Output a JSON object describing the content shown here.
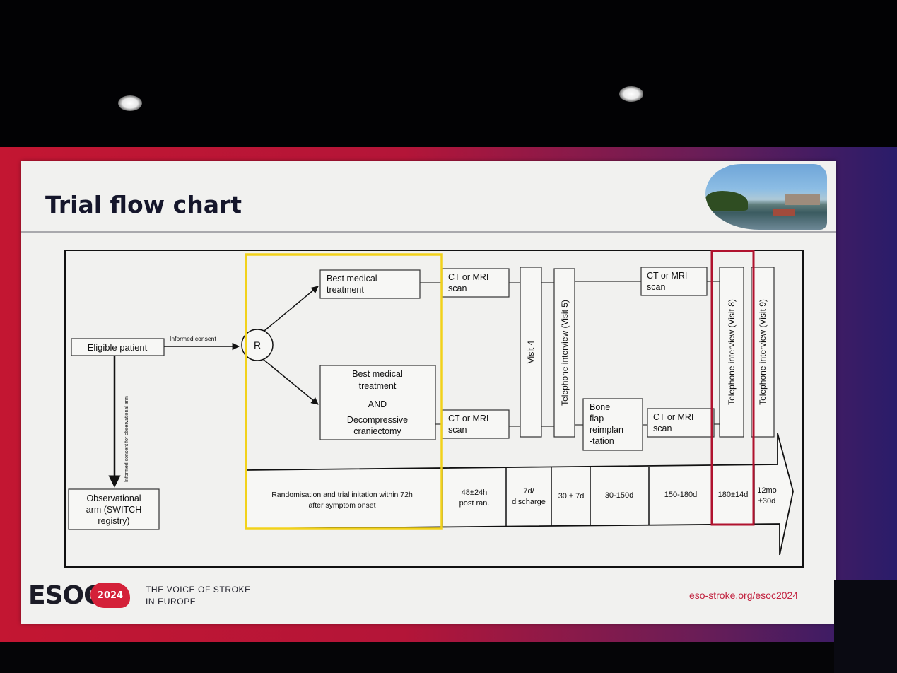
{
  "slide": {
    "title": "Trial flow chart",
    "footer": {
      "brand": "ESOC",
      "badge": "2024",
      "tagline_line1": "THE VOICE OF STROKE",
      "tagline_line2": "IN EUROPE",
      "website": "eso-stroke.org/esoc2024"
    }
  },
  "flow": {
    "eligible_patient": "Eligible patient",
    "informed_consent": "Informed consent",
    "informed_consent_observational": "Informed consent for observational arm",
    "observational_arm": [
      "Observational",
      "arm (SWITCH",
      "registry)"
    ],
    "randomisation_node": "R",
    "arm_medical": [
      "Best medical",
      "treatment"
    ],
    "arm_surgical": [
      "Best medical",
      "treatment",
      "AND",
      "Decompressive",
      "craniectomy"
    ],
    "ct_mri": [
      "CT or MRI",
      "scan"
    ],
    "visit4": "Visit 4",
    "visit5": "Telephone interview (Visit 5)",
    "bone_flap": [
      "Bone",
      "flap",
      "reimplan",
      "-tation"
    ],
    "visit8": "Telephone interview (Visit 8)",
    "visit9": "Telephone interview (Visit 9)"
  },
  "timeline": {
    "randomisation": [
      "Randomisation and trial initation within 72h",
      "after symptom onset"
    ],
    "t1": [
      "48±24h",
      "post ran."
    ],
    "t2": [
      "7d/",
      "discharge"
    ],
    "t3": "30 ± 7d",
    "t4": "30-150d",
    "t5": "150-180d",
    "t6": "180±14d",
    "t7": [
      "12mo",
      "±30d"
    ]
  },
  "colors": {
    "highlight_yellow": "#f2d21b",
    "highlight_red": "#b0122e",
    "brand_red": "#d42139"
  }
}
